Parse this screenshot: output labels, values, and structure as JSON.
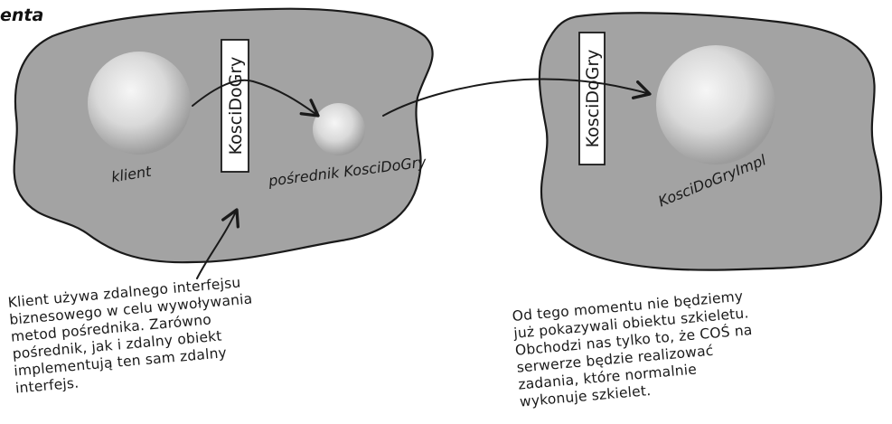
{
  "header": {
    "title_fragment": "enta"
  },
  "client_side": {
    "client_label": "klient",
    "interface_label": "KosciDoGry",
    "proxy_label": "pośrednik KosciDoGry"
  },
  "server_side": {
    "interface_label": "KosciDoGry",
    "impl_label": "KosciDoGryImpl"
  },
  "notes": {
    "left": "Klient używa zdalnego interfejsu\nbiznesowego w celu wywoływania\nmetod pośrednika. Zarówno\npośrednik, jak i zdalny obiekt\nimplementują ten sam zdalny\ninterfejs.",
    "right": "Od tego momentu nie będziemy\njuż pokazywali obiektu szkieletu.\nObchodzi nas tylko to, że COŚ na\nserwerze będzie realizować\nzadania, które normalnie\nwykonuje szkielet."
  },
  "colors": {
    "blob_fill": "#a3a3a3",
    "outline": "#1a1a1a",
    "sphere_light": "#f4f4f4",
    "sphere_dark": "#9a9a9a"
  }
}
